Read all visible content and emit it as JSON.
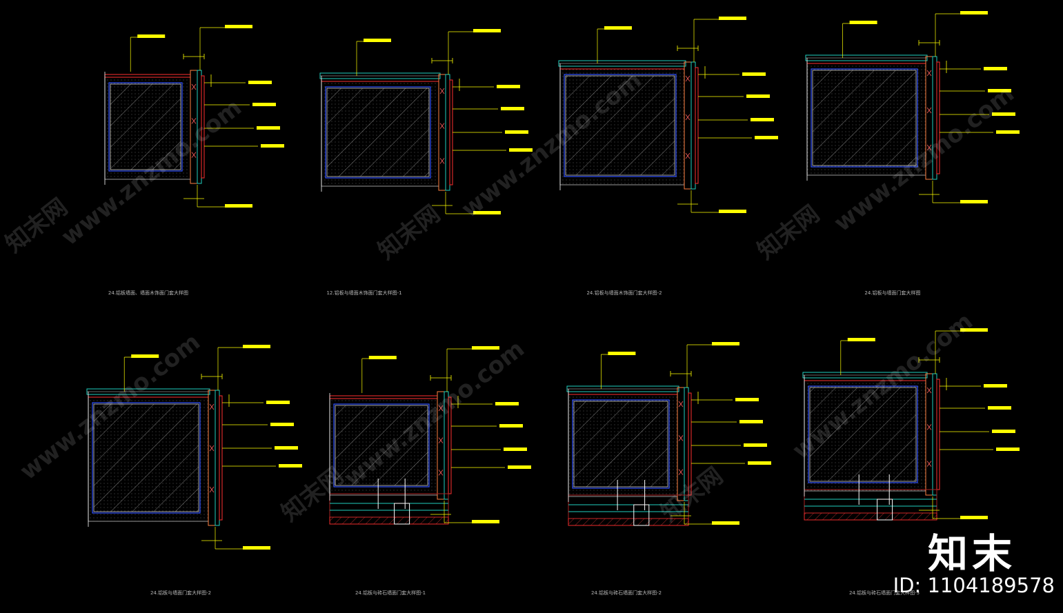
{
  "details": [
    {
      "caption": "24.铝板墙面、墙面木饰面门套大样图"
    },
    {
      "caption": "12.铝板与墙面木饰面门套大样图-1"
    },
    {
      "caption": "24.铝板与墙面木饰面门套大样图-2"
    },
    {
      "caption": "24.铝板与墙面门套大样图"
    },
    {
      "caption": "24.铝板与墙面门套大样图-2"
    },
    {
      "caption": "24.铝板与砖石墙面门套大样图-1"
    },
    {
      "caption": "24.铝板与砖石墙面门套大样图-2"
    },
    {
      "caption": "24.铝板与砖石墙面门套大样图-3"
    }
  ],
  "watermark": {
    "site": "www.znzmo.com",
    "cn": "知末网",
    "brand": "知末",
    "id_text": "ID: 1104189578"
  },
  "colors": {
    "background": "#000000",
    "dimension": "#ffff00",
    "wood": "#ff3030",
    "board": "#3050ff",
    "hatch": "#9a9a9a",
    "frame": "#20d0c0",
    "steel": "#ff8040"
  }
}
